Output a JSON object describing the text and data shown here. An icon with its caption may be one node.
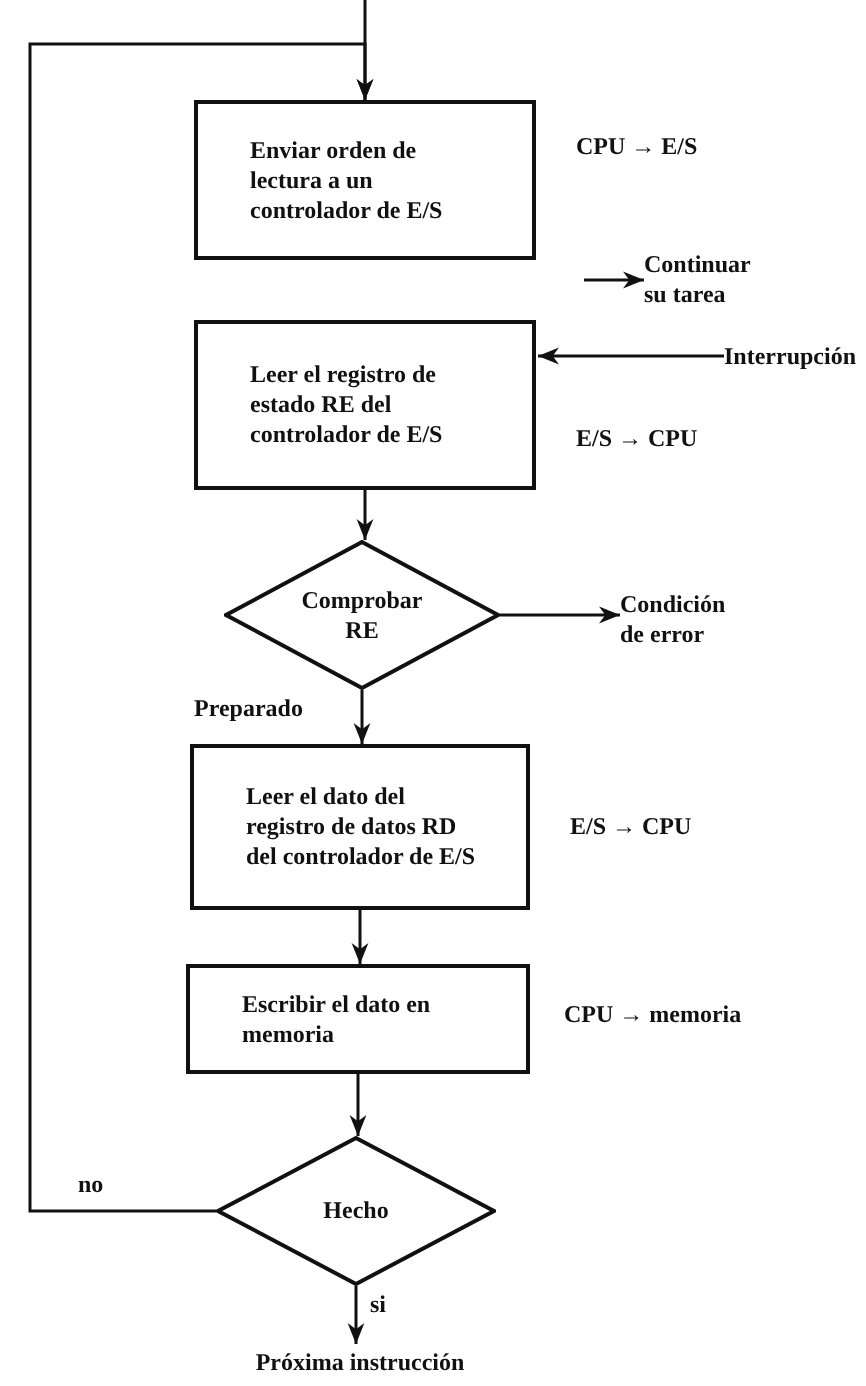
{
  "diagram": {
    "nodes": [
      {
        "text": [
          "Enviar orden de lectura a un controlador de E/S"
        ]
      },
      {
        "text": [
          "Continuar su tarea"
        ]
      },
      {
        "text": [
          "Leer el registro de estado RE del controlador de E/S"
        ]
      },
      {
        "text": [
          "Interrupción"
        ]
      },
      {
        "text": [
          "Comprobar RE"
        ]
      },
      {
        "text": [
          "Condición de error"
        ]
      },
      {
        "text": [
          "Leer el dato del registro de datos RD del controlador de E/S"
        ]
      },
      {
        "text": [
          "Escribir el dato en memoria"
        ]
      },
      {
        "text": [
          "Hecho"
        ]
      },
      {
        "text": [
          "Próxima instrucción"
        ]
      }
    ],
    "edges": [
      {
        "from": null,
        "to": 0,
        "arrow": "to"
      },
      {
        "from": 8,
        "to": 0,
        "arrow": "to",
        "label": "no"
      },
      {
        "from": null,
        "to": 1,
        "arrow": "to"
      },
      {
        "from": 3,
        "to": 2,
        "arrow": "to"
      },
      {
        "from": 2,
        "to": 4,
        "arrow": "to"
      },
      {
        "from": 4,
        "to": 5,
        "arrow": "to"
      },
      {
        "from": 4,
        "to": 6,
        "arrow": "to",
        "label": "Preparado"
      },
      {
        "from": 6,
        "to": 7,
        "arrow": "to"
      },
      {
        "from": 7,
        "to": 8,
        "arrow": "to"
      },
      {
        "from": 8,
        "to": 9,
        "arrow": "to",
        "label": "si"
      }
    ],
    "labels": [
      "CPU → E/S",
      "E/S → CPU",
      "E/S → CPU",
      "CPU → memoria"
    ]
  }
}
